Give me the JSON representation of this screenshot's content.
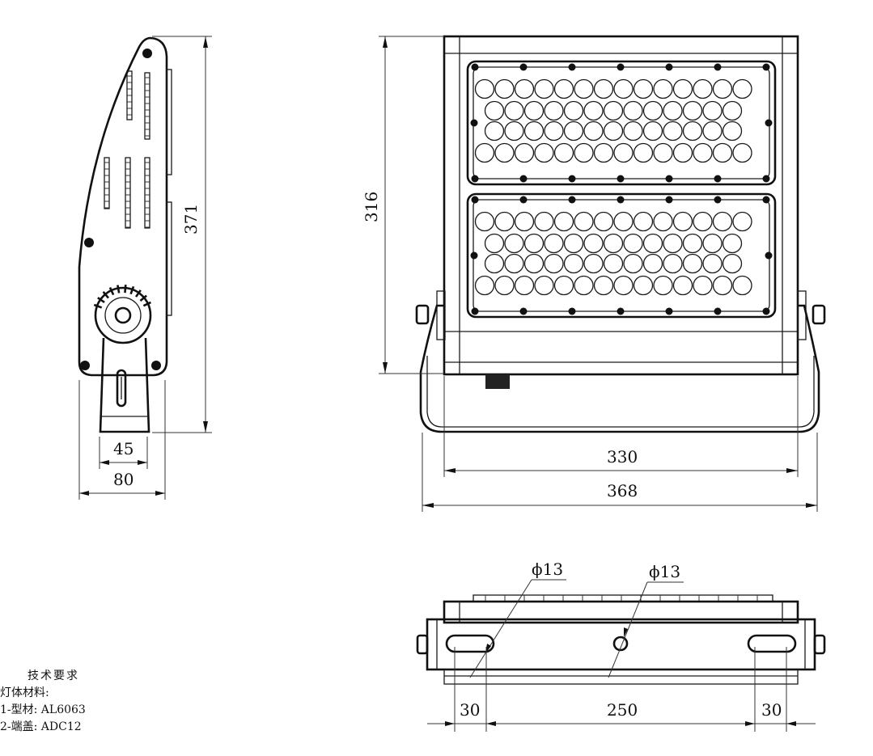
{
  "dimensions": {
    "side_width_45": "45",
    "side_width_80": "80",
    "side_height_371": "371",
    "front_height_316": "316",
    "front_width_330": "330",
    "front_width_368": "368",
    "hole_dia_left": "ϕ13",
    "hole_dia_center": "ϕ13",
    "bottom_left_30": "30",
    "bottom_center_250": "250",
    "bottom_right_30": "30"
  },
  "notes": {
    "title": "技术要求",
    "lines": [
      "灯体材料:",
      "1-型材: AL6063",
      "2-端盖: ADC12"
    ]
  },
  "colors": {
    "line": "#1a1a1a",
    "background": "#ffffff"
  }
}
